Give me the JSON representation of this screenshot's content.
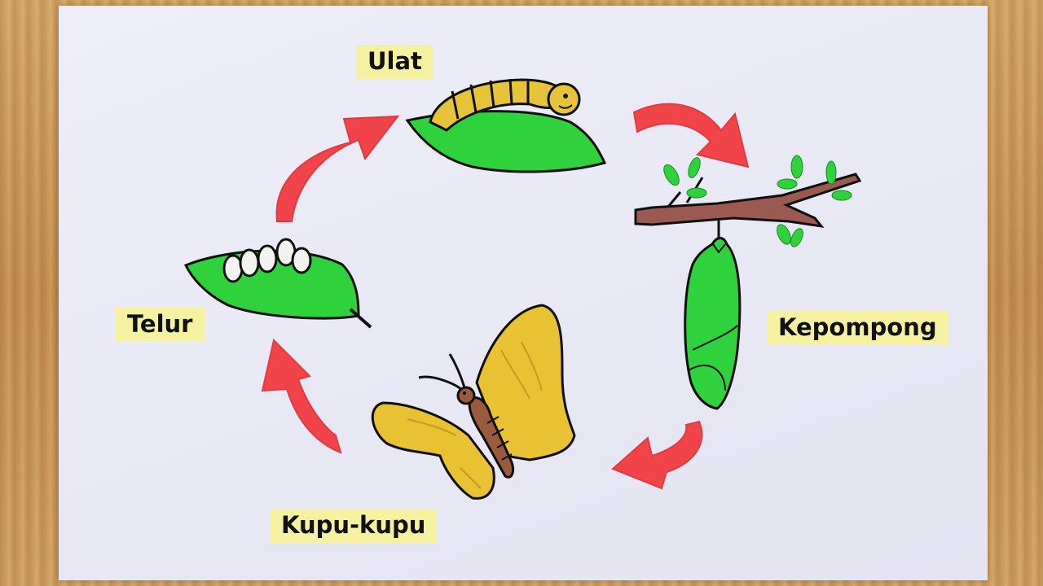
{
  "stages": {
    "ulat": "Ulat",
    "kepompong": "Kepompong",
    "kupu": "Kupu-kupu",
    "telur": "Telur"
  },
  "colors": {
    "arrow": "#f0444a",
    "leaf": "#2fd23c",
    "caterpillar": "#e6c43a",
    "butterfly_wing": "#e8c233",
    "butterfly_body": "#9a5a3c",
    "branch": "#9a5a52",
    "label_bg": "#f5f1a0",
    "paper": "#eaeaf6"
  },
  "icons": [
    "egg-leaf-icon",
    "caterpillar-icon",
    "pupa-icon",
    "butterfly-icon",
    "cycle-arrow-icon"
  ]
}
